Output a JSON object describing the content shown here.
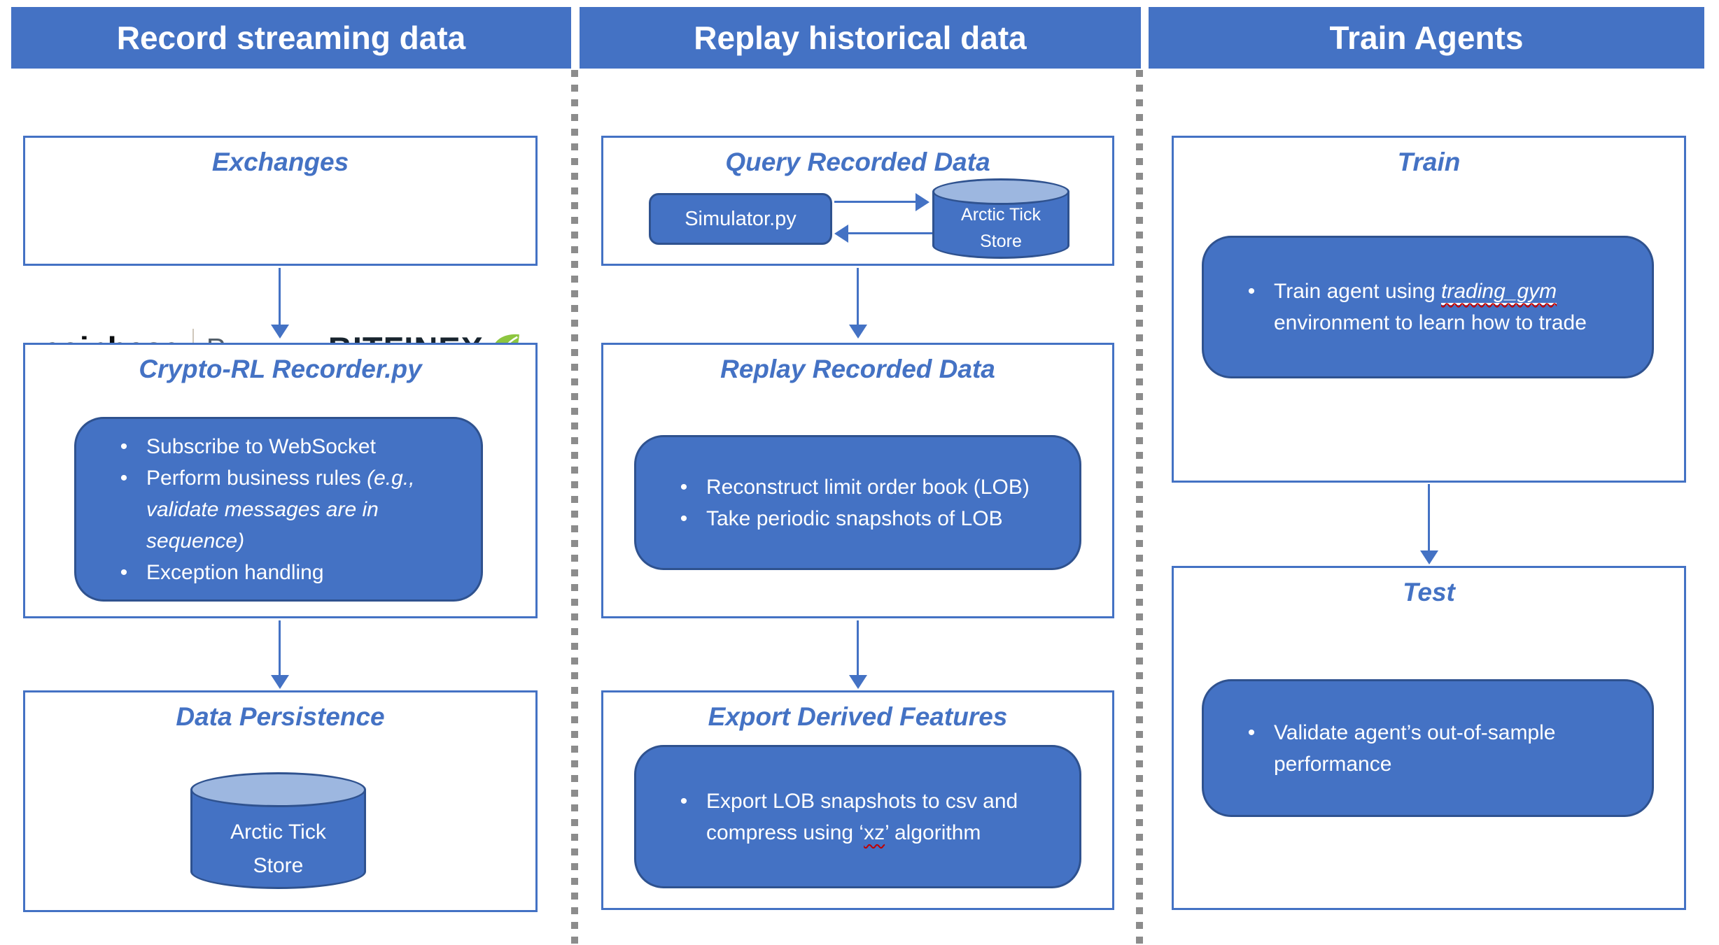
{
  "colors": {
    "accent_blue": "#4472C4",
    "panel_border": "#2F528F",
    "cylinder_top": "#9DB7E0",
    "dotted_gray": "#8C8C8C",
    "squiggle_red": "#C00000",
    "leaf_green": "#8DC63F"
  },
  "headers": {
    "record": "Record streaming data",
    "replay": "Replay historical data",
    "train": "Train Agents"
  },
  "record_column": {
    "exchanges": {
      "title": "Exchanges",
      "coinbase": "coinbase",
      "coinbase_pro": "Pro",
      "bitfinex": "BITFINEX"
    },
    "recorder": {
      "title": "Crypto-RL Recorder.py",
      "bullet1": "Subscribe to WebSocket",
      "bullet2_regular": "Perform business rules ",
      "bullet2_italic": "(e.g., validate messages are in sequence)",
      "bullet3": "Exception handling"
    },
    "persistence": {
      "title": "Data Persistence",
      "cylinder_line1": "Arctic Tick",
      "cylinder_line2": "Store"
    }
  },
  "replay_column": {
    "query": {
      "title": "Query Recorded Data",
      "simulator": "Simulator.py",
      "cylinder_line1": "Arctic Tick",
      "cylinder_line2": "Store"
    },
    "replay_box": {
      "title": "Replay Recorded Data",
      "bullet1": "Reconstruct limit order book (LOB)",
      "bullet2": "Take periodic snapshots of LOB"
    },
    "export": {
      "title": "Export Derived Features",
      "bullet_pre": "Export LOB snapshots to csv and compress using ‘",
      "bullet_term": "xz",
      "bullet_post": "’ algorithm"
    }
  },
  "train_column": {
    "train_box": {
      "title": "Train",
      "bullet_pre": "Train agent using ",
      "bullet_term": "trading_gym",
      "bullet_post": " environment to learn how to trade"
    },
    "test_box": {
      "title": "Test",
      "bullet": "Validate agent’s out-of-sample performance"
    }
  }
}
